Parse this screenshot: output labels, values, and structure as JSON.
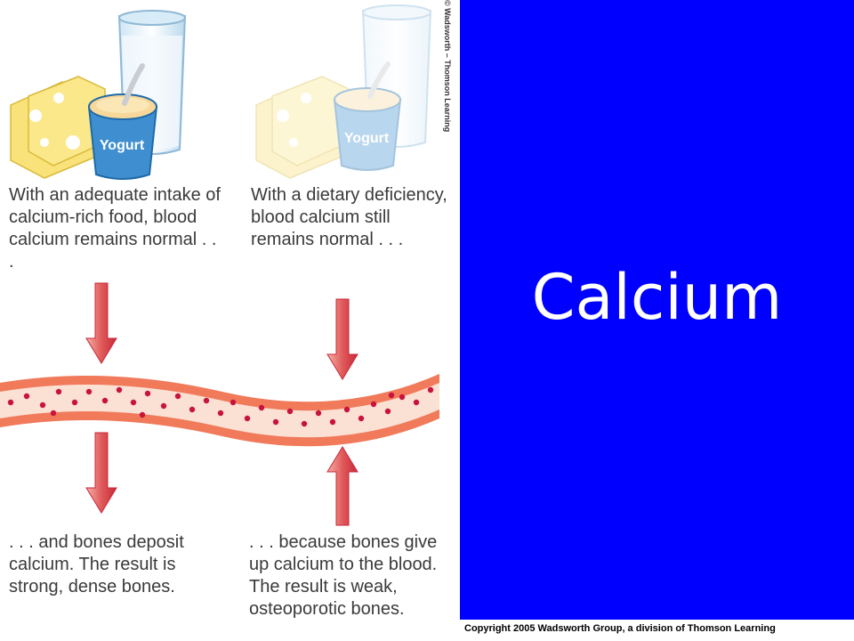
{
  "slide": {
    "title": "Calcium",
    "copyright": "Copyright 2005 Wadsworth Group, a division of Thomson Learning",
    "panel_color": "#0000ff"
  },
  "figure": {
    "credit": "© Wadsworth – Thomson Learning",
    "yogurt_label_left": "Yogurt",
    "yogurt_label_right": "Yogurt",
    "captions": {
      "adequate": "With an adequate intake of calcium-rich food, blood calcium remains normal . . .",
      "deficiency": "With a dietary deficiency, blood calcium still remains normal . . .",
      "deposit": ". . . and bones deposit calcium. The result is strong, dense bones.",
      "give_up": ". . . because bones give up calcium to the blood. The result is weak, osteoporotic bones."
    }
  },
  "colors": {
    "arrow": "#d83a3e",
    "vessel": "#f07a5a",
    "vessel_inner": "#fbe0d4",
    "dots": "#c8143c"
  }
}
